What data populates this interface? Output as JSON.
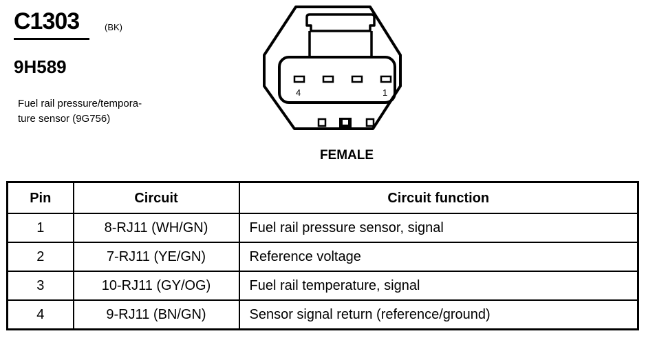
{
  "header": {
    "connector_id": "C1303",
    "connector_color": "(BK)",
    "part_number": "9H589",
    "description_lines": [
      "Fuel rail pressure/tempora-",
      "ture sensor (9G756)"
    ]
  },
  "diagram": {
    "pin_labels": {
      "left": "4",
      "right": "1"
    },
    "gender": "FEMALE"
  },
  "table": {
    "headers": {
      "pin": "Pin",
      "circuit": "Circuit",
      "function": "Circuit function"
    },
    "rows": [
      {
        "pin": "1",
        "circuit": "8-RJ11 (WH/GN)",
        "function": "Fuel rail pressure sensor, signal"
      },
      {
        "pin": "2",
        "circuit": "7-RJ11 (YE/GN)",
        "function": "Reference voltage"
      },
      {
        "pin": "3",
        "circuit": "10-RJ11 (GY/OG)",
        "function": "Fuel rail temperature, signal"
      },
      {
        "pin": "4",
        "circuit": "9-RJ11 (BN/GN)",
        "function": "Sensor signal return (reference/ground)"
      }
    ]
  }
}
